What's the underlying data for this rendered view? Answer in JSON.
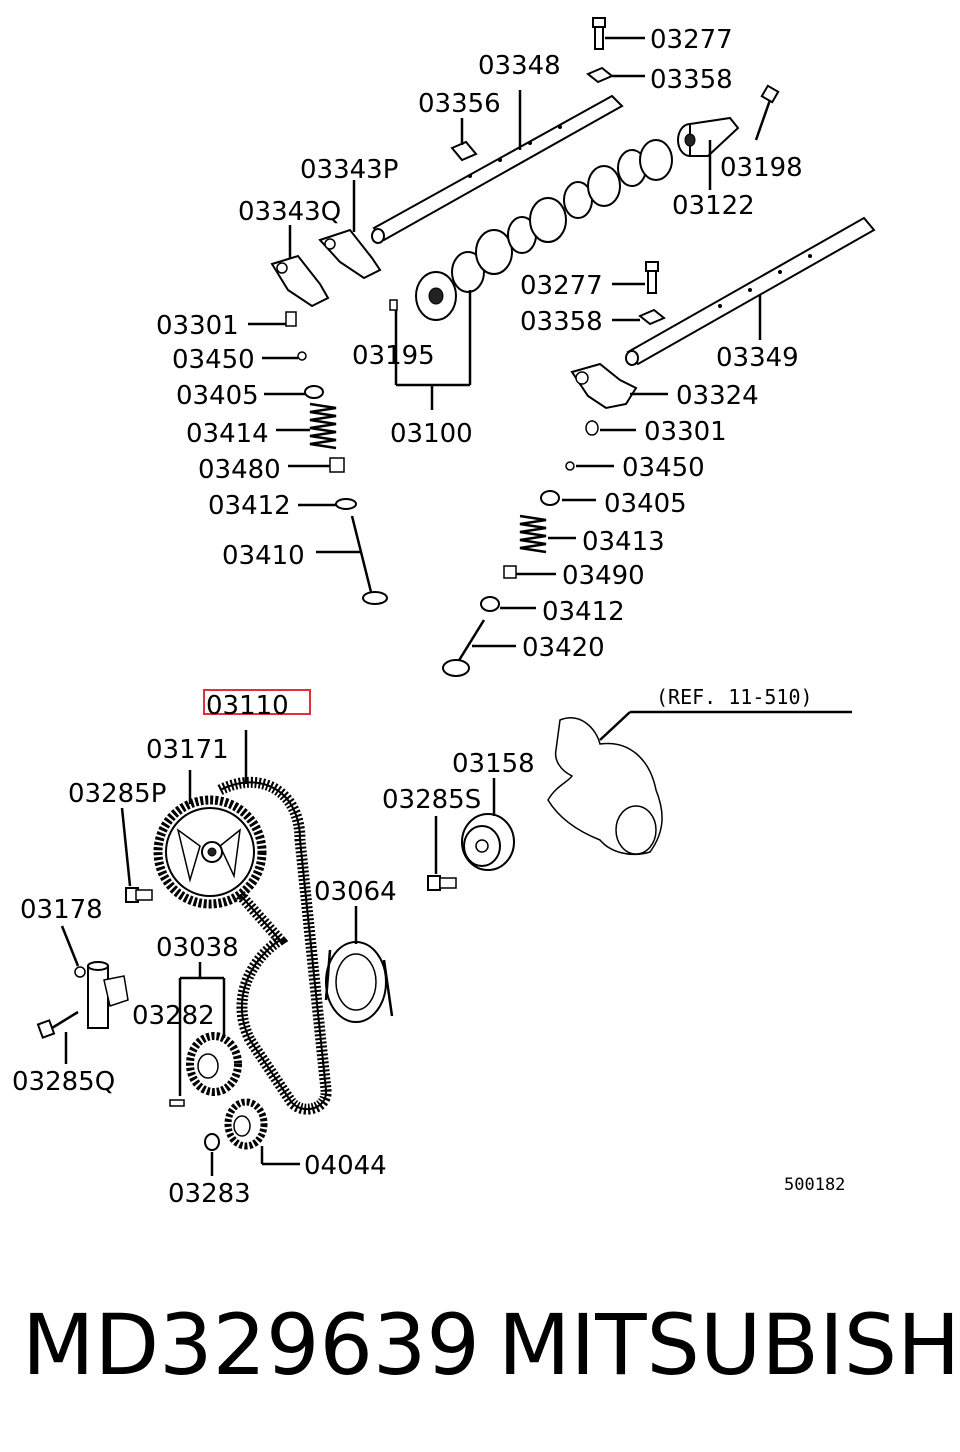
{
  "labels": {
    "l03277a": "03277",
    "l03358a": "03358",
    "l03348": "03348",
    "l03356": "03356",
    "l03198": "03198",
    "l03343p": "03343P",
    "l03122": "03122",
    "l03343q": "03343Q",
    "l03277b": "03277",
    "l03358b": "03358",
    "l03301a": "03301",
    "l03450a": "03450",
    "l03195": "03195",
    "l03349": "03349",
    "l03405a": "03405",
    "l03324": "03324",
    "l03414": "03414",
    "l03100": "03100",
    "l03301b": "03301",
    "l03480": "03480",
    "l03450b": "03450",
    "l03412a": "03412",
    "l03405b": "03405",
    "l03410": "03410",
    "l03413": "03413",
    "l03490": "03490",
    "l03412b": "03412",
    "l03420": "03420",
    "l03110": "03110",
    "l03171": "03171",
    "l03158": "03158",
    "l03285p": "03285P",
    "l03285s": "03285S",
    "l03064": "03064",
    "l03178": "03178",
    "l03038": "03038",
    "l03282": "03282",
    "l03285q": "03285Q",
    "l04044": "04044",
    "l03283": "03283"
  },
  "reference": "(REF. 11-510)",
  "diagram_code": "500182",
  "highlight_color": "#e0303a",
  "part_number": "MD329639",
  "brand": "MITSUBISHI"
}
